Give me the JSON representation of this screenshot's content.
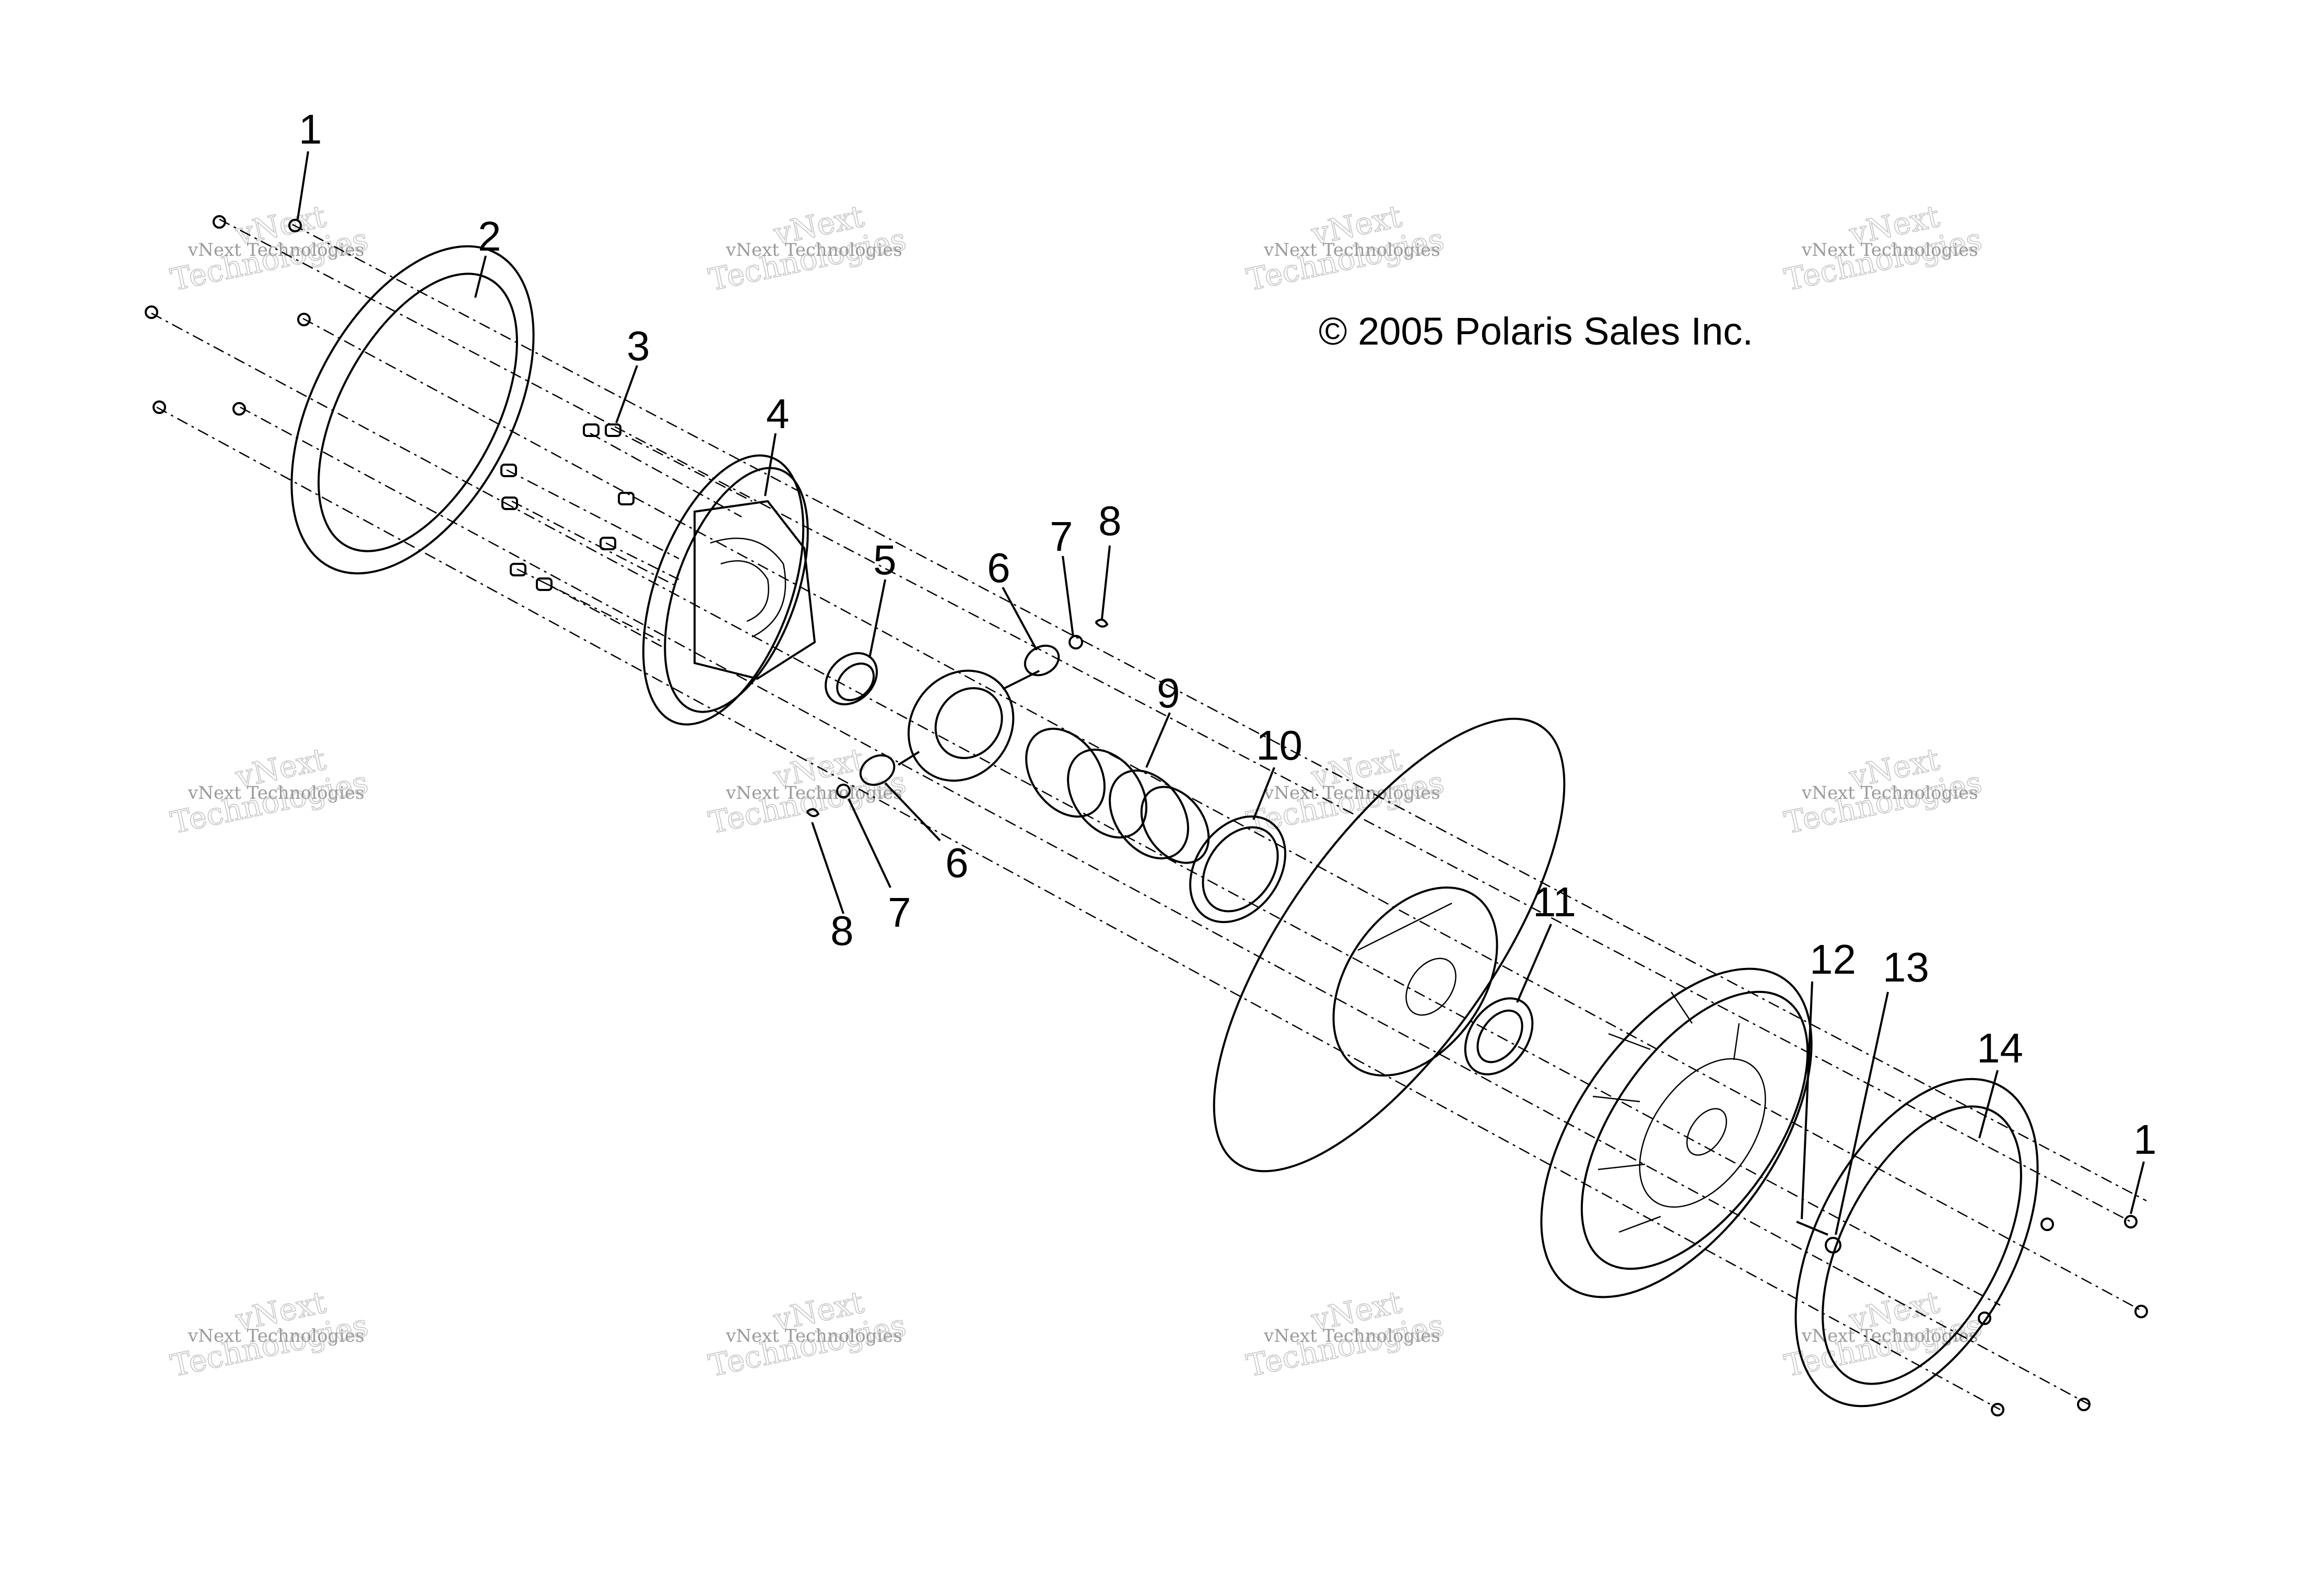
{
  "diagram": {
    "copyright": "© 2005 Polaris Sales Inc.",
    "watermark": {
      "line1": "vNext",
      "line2": "Technologies",
      "line3": "vNext Technologies"
    },
    "callouts": [
      "1",
      "2",
      "3",
      "4",
      "5",
      "6",
      "7",
      "8",
      "9",
      "10",
      "11",
      "6",
      "7",
      "8",
      "12",
      "13",
      "14",
      "1"
    ]
  }
}
